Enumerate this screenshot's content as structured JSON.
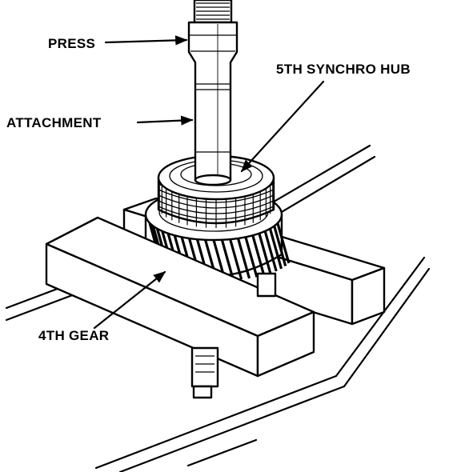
{
  "labels": {
    "press": "PRESS",
    "attachment": "ATTACHMENT",
    "synchro_hub": "5TH SYNCHRO HUB",
    "gear": "4TH GEAR"
  },
  "colors": {
    "ink": "#000000",
    "paper": "#ffffff"
  }
}
